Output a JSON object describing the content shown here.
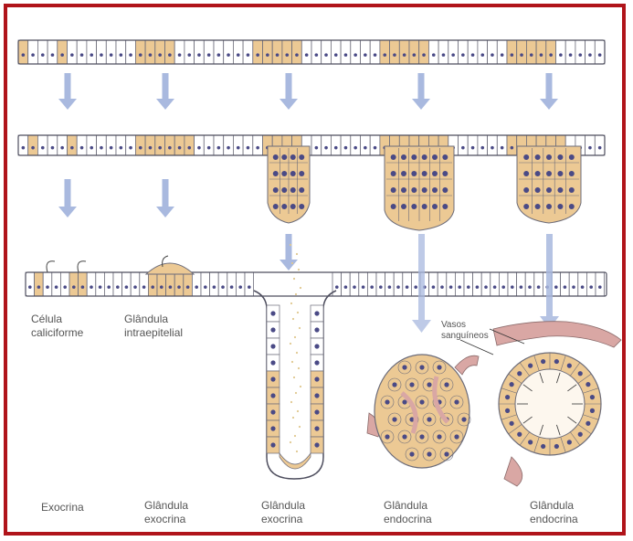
{
  "labels": {
    "goblet_l1": "Célula",
    "goblet_l2": "caliciforme",
    "intra_l1": "Glândula",
    "intra_l2": "intraepitelial",
    "vessels_l1": "Vasos",
    "vessels_l2": "sanguíneos",
    "bottom_exocrine": "Exocrina",
    "gland_exo_a1": "Glândula",
    "gland_exo_a2": "exocrina",
    "gland_exo_b1": "Glândula",
    "gland_exo_b2": "exocrina",
    "gland_endo_a1": "Glândula",
    "gland_endo_a2": "endocrina",
    "gland_endo_b1": "Glândula",
    "gland_endo_b2": "endocrina"
  },
  "colors": {
    "frame": "#b0141a",
    "secretory_cell": "#ecc994",
    "epithelial_cell": "#ffffff",
    "nucleus": "#4a4a86",
    "arrow": "#a9b9df",
    "vessel": "#d9a7a4"
  }
}
